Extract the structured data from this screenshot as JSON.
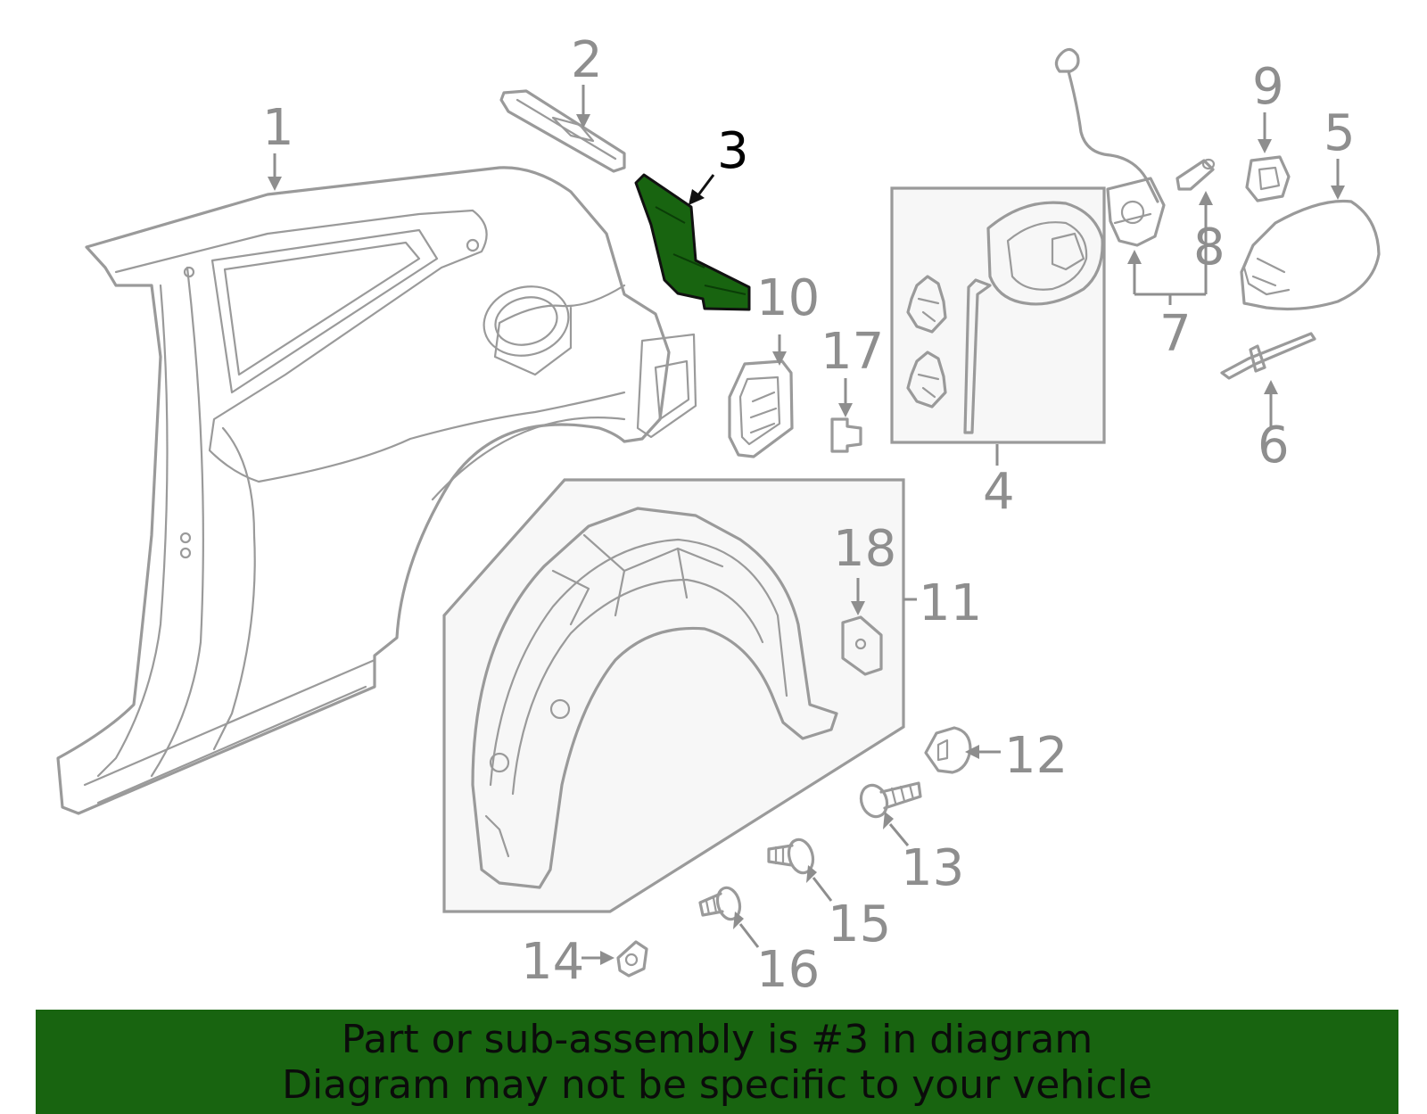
{
  "callouts": {
    "n1": "1",
    "n2": "2",
    "n3": "3",
    "n4": "4",
    "n5": "5",
    "n6": "6",
    "n7": "7",
    "n8": "8",
    "n9": "9",
    "n10": "10",
    "n11": "11",
    "n12": "12",
    "n13": "13",
    "n14": "14",
    "n15": "15",
    "n16": "16",
    "n17": "17",
    "n18": "18"
  },
  "highlight": {
    "part": "3",
    "color": "#186410"
  },
  "banner": {
    "line1": "Part or sub-assembly is #3 in diagram",
    "line2": "Diagram may not be specific to your vehicle",
    "background": "#186410"
  }
}
